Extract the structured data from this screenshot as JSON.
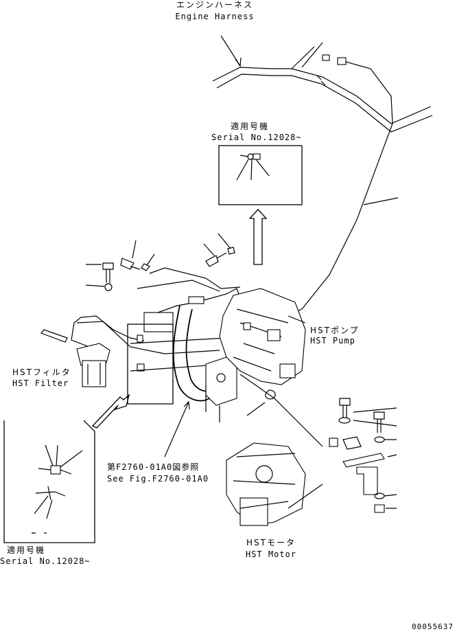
{
  "labels": {
    "engine_harness_jp": "エンジンハーネス",
    "engine_harness_en": "Engine Harness",
    "serial_top_jp": "適用号機",
    "serial_top_en": "Serial No.12028~",
    "hst_pump_jp": "HSTポンプ",
    "hst_pump_en": "HST Pump",
    "hst_filter_jp": "HSTフィルタ",
    "hst_filter_en": "HST Filter",
    "see_fig_jp": "第F2760-01A0図参照",
    "see_fig_en": "See Fig.F2760-01A0",
    "serial_bottom_jp": "適用号機",
    "serial_bottom_en": "Serial No.12028~",
    "hst_motor_jp": "HSTモータ",
    "hst_motor_en": "HST Motor",
    "drawing_number": "00055637"
  },
  "colors": {
    "line": "#000000",
    "background": "#ffffff"
  }
}
